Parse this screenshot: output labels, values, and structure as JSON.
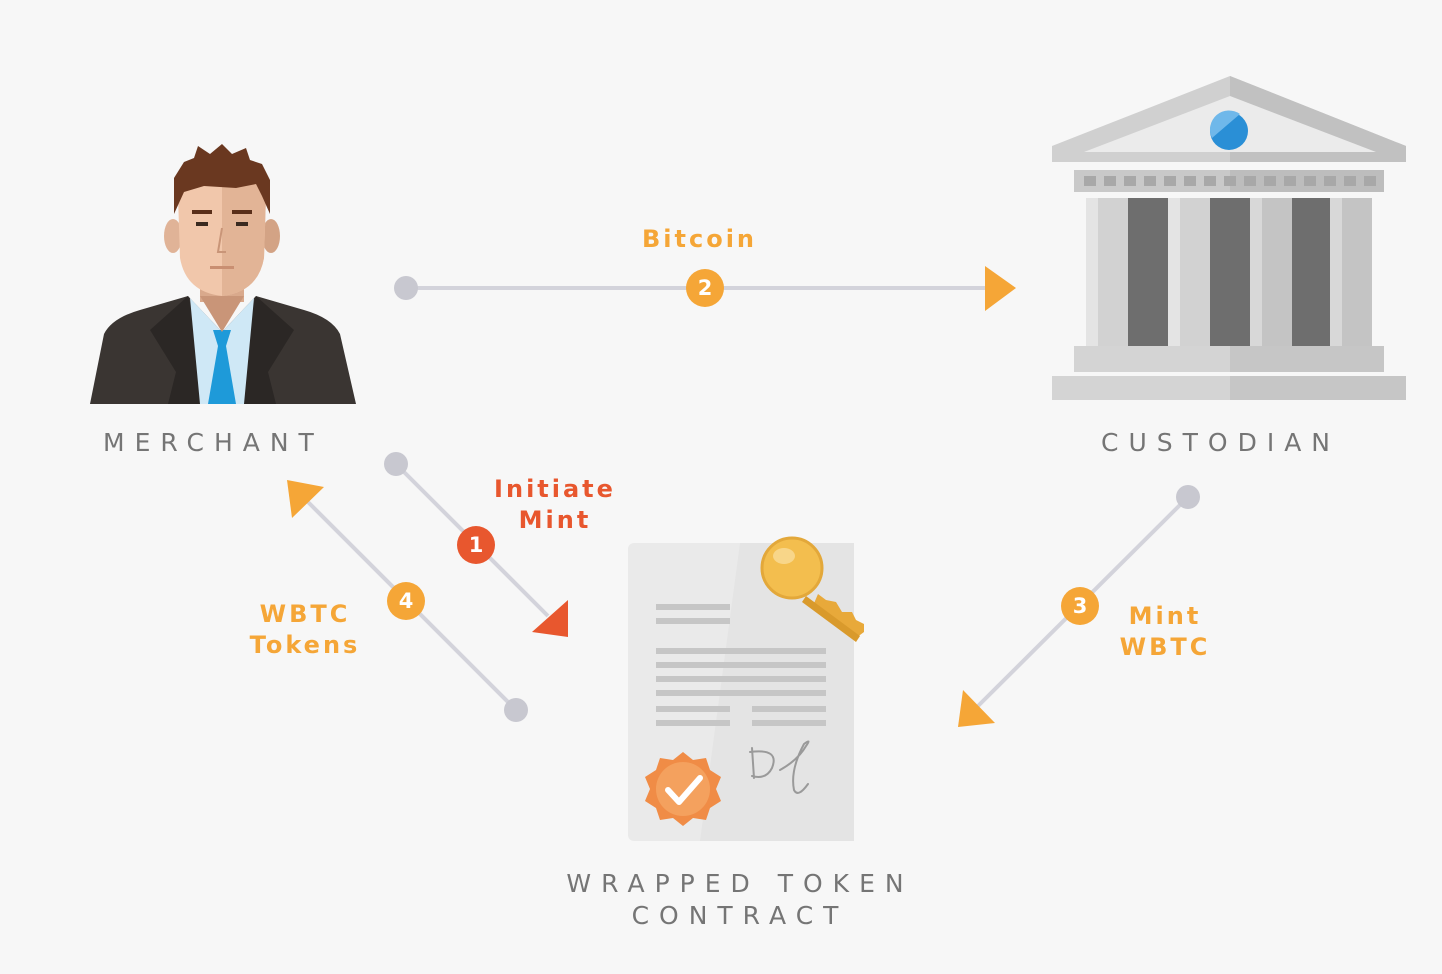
{
  "nodes": {
    "merchant": {
      "label": "MERCHANT"
    },
    "custodian": {
      "label": "CUSTODIAN"
    },
    "contract": {
      "label_line1": "WRAPPED TOKEN",
      "label_line2": "CONTRACT"
    }
  },
  "steps": [
    {
      "number": "1",
      "line1": "Initiate",
      "line2": "Mint",
      "from": "merchant",
      "to": "contract"
    },
    {
      "number": "2",
      "line1": "Bitcoin",
      "line2": "",
      "from": "merchant",
      "to": "custodian"
    },
    {
      "number": "3",
      "line1": "Mint",
      "line2": "WBTC",
      "from": "custodian",
      "to": "contract"
    },
    {
      "number": "4",
      "line1": "WBTC",
      "line2": "Tokens",
      "from": "contract",
      "to": "merchant"
    }
  ],
  "colors": {
    "background": "#f7f7f7",
    "connector": "#d3d3db",
    "endpoint": "#c8c8d0",
    "accent_orange": "#f5a637",
    "accent_red": "#e8572e",
    "label_gray": "#757575"
  },
  "icons": {
    "merchant": "businessman-icon",
    "custodian": "bank-building-icon",
    "contract": "signed-document-icon",
    "key": "key-icon",
    "seal": "check-seal-icon"
  }
}
